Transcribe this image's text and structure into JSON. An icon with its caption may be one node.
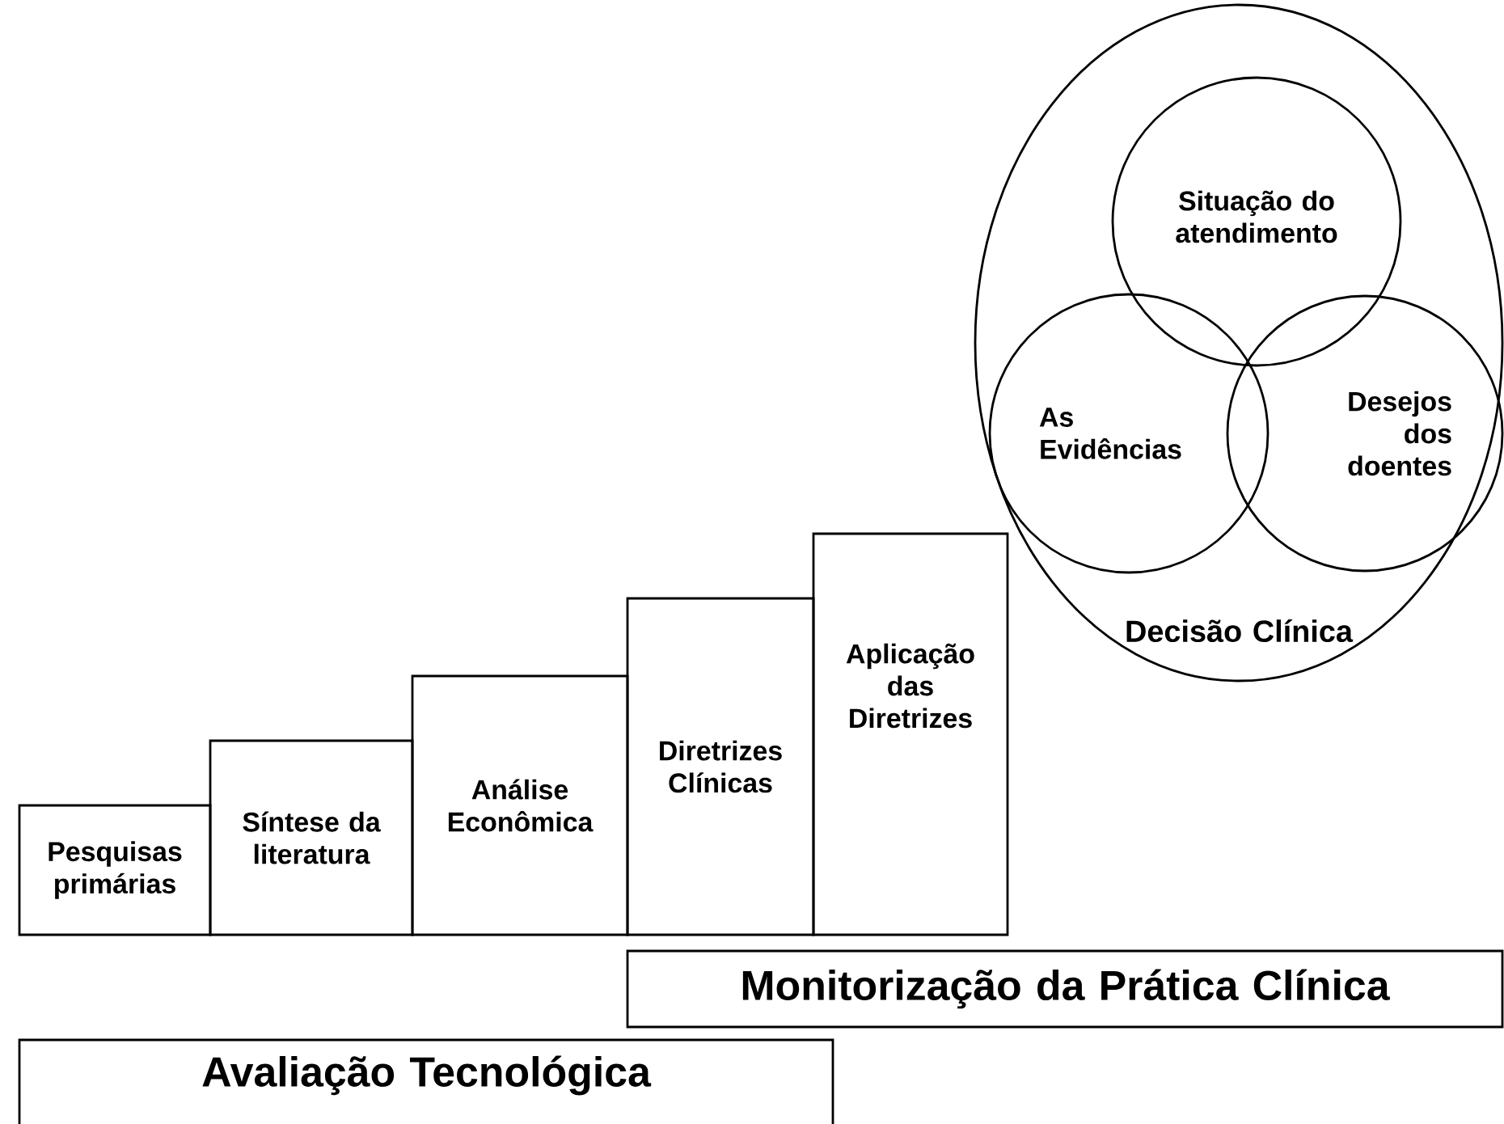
{
  "diagram": {
    "nodes": [
      {
        "text": [
          "Decisão Clínica"
        ]
      },
      {
        "text": [
          "Situação do atendimento"
        ],
        "in": 0
      },
      {
        "text": [
          "As Evidências"
        ],
        "in": 0
      },
      {
        "text": [
          "Desejos dos doentes"
        ],
        "in": 0
      },
      {
        "text": [
          "Pesquisas primárias"
        ]
      },
      {
        "text": [
          "Síntese da literatura"
        ]
      },
      {
        "text": [
          "Análise Econômica"
        ]
      },
      {
        "text": [
          "Diretrizes Clínicas"
        ]
      },
      {
        "text": [
          "Aplicação das Diretrizes"
        ]
      },
      {
        "text": [
          "Monitorização da Prática Clínica"
        ]
      },
      {
        "text": [
          "Avaliação Tecnológica"
        ]
      }
    ]
  }
}
